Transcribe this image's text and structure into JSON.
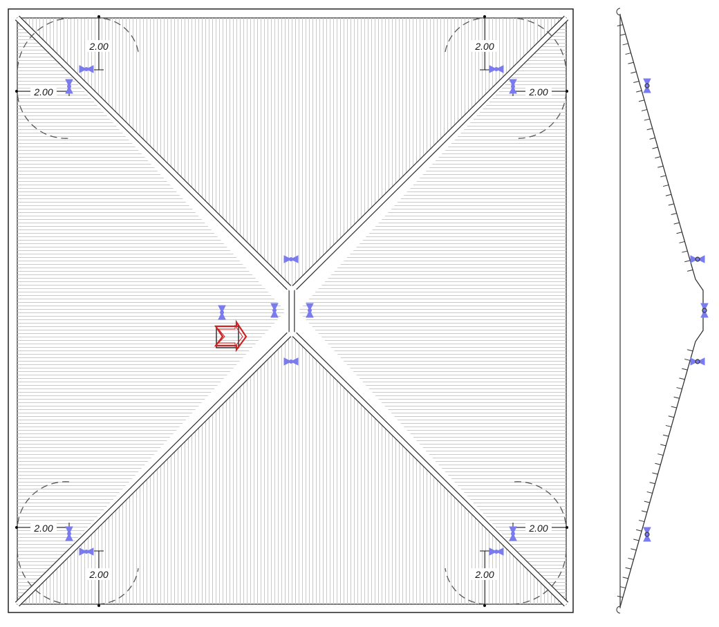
{
  "plan": {
    "dimension_labels": [
      "2.00",
      "2.00",
      "2.00",
      "2.00",
      "2.00",
      "2.00",
      "2.00",
      "2.00"
    ],
    "hatch_color": "#c9c9c9",
    "ridge_color": "#333333",
    "dimension_color": "#111111",
    "arc_color": "#555555"
  },
  "markers": {
    "color": "#7b7bf0",
    "icon": "bow-tie-anchor-icon"
  },
  "wind_arrow": {
    "icon": "wind-direction-arrow-icon",
    "color": "#cc2222"
  },
  "side_view": {
    "line_color": "#333333"
  }
}
